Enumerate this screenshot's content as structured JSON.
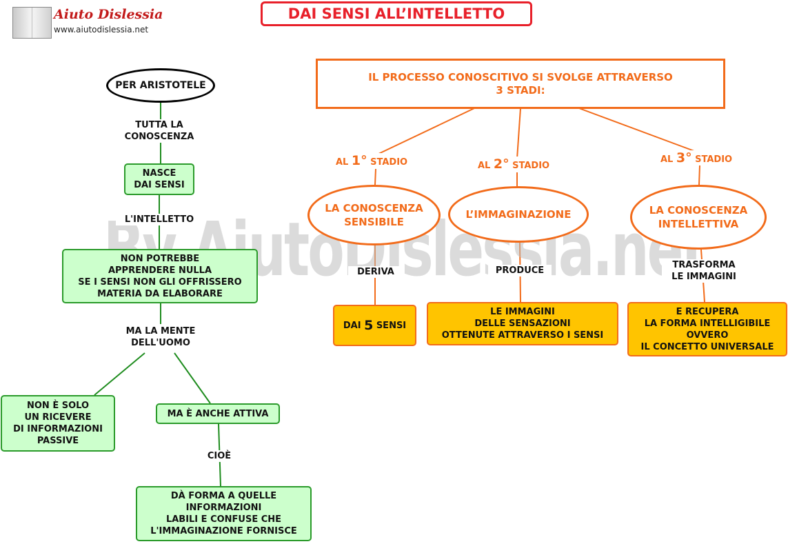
{
  "logo": {
    "name": "Aiuto Dislessia",
    "url": "www.aiutodislessia.net"
  },
  "title": "DAI SENSI ALL’INTELLETTO",
  "watermark": "By AiutoDislessia.net",
  "colors": {
    "orange": "#f26b1a",
    "red": "#e8202a",
    "green_fill": "#ccffcc",
    "green_border": "#2a9a2a",
    "gold": "#ffc400"
  },
  "left": {
    "start": "PER ARISTOTELE",
    "link1": "TUTTA LA\nCONOSCENZA",
    "box1": "NASCE\nDAI SENSI",
    "link2": "L'INTELLETTO",
    "box2": "NON POTREBBE\nAPPRENDERE NULLA\nSE I SENSI NON GLI OFFRISSERO\nMATERIA DA ELABORARE",
    "link3": "MA LA MENTE\nDELL'UOMO",
    "box3": "NON È SOLO\nUN RICEVERE\nDI INFORMAZIONI\nPASSIVE",
    "box4": "MA È ANCHE ATTIVA",
    "link4": "CIOÈ",
    "box5": "DÀ FORMA A QUELLE\nINFORMAZIONI\nLABILI E CONFUSE CHE\nL'IMMAGINAZIONE FORNISCE"
  },
  "right": {
    "header": "IL PROCESSO CONOSCITIVO SI SVOLGE ATTRAVERSO\n3 STADI:",
    "stages": [
      {
        "prefix": "AL ",
        "num": "1°",
        "suffix": " STADIO",
        "node": "LA CONOSCENZA\nSENSIBILE",
        "link": "DERIVA",
        "result_pre": "DAI ",
        "result_num": "5",
        "result_post": " SENSI"
      },
      {
        "prefix": "AL ",
        "num": "2°",
        "suffix": " STADIO",
        "node": "L’IMMAGINAZIONE",
        "link": "PRODUCE",
        "result": "LE IMMAGINI\nDELLE SENSAZIONI\nOTTENUTE ATTRAVERSO I SENSI"
      },
      {
        "prefix": "AL ",
        "num": "3°",
        "suffix": " STADIO",
        "node": "LA CONOSCENZA\nINTELLETTIVA",
        "link": "TRASFORMA\nLE IMMAGINI",
        "result": "E RECUPERA\nLA FORMA INTELLIGIBILE\nOVVERO\nIL CONCETTO UNIVERSALE"
      }
    ]
  }
}
